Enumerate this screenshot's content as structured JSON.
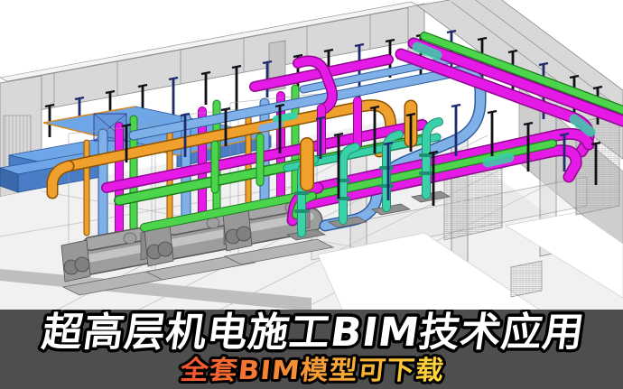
{
  "banner": {
    "title": "超高层机电施工BIM技术应用",
    "subtitle": "全套BIM模型可下载",
    "colors": {
      "background": "#4e4e4e",
      "title-fill": "#ffffff",
      "title-outline": "#000000",
      "subtitle-gradient-start": "#f4502e",
      "subtitle-gradient-mid": "#f59a35",
      "subtitle-gradient-end": "#ffd83b",
      "subtitle-outline": "#000000"
    }
  },
  "scene": {
    "kind": "bim-mep-plantroom-3d-render",
    "palette": {
      "background": "#ffffff",
      "wall-light": "#d8d8d8",
      "wall-mid": "#c6c6c6",
      "wall-edge": "#8a8a8a",
      "duct-top": "#6fa6e8",
      "duct-side": "#4b7dc6",
      "duct-edge": "#27549b",
      "flange-orange": "#d18a2a",
      "pipe-skyblue": "#7fb0e8",
      "pipe-skyblue-dark": "#2f5d9e",
      "pipe-magenta": "#e61ae6",
      "pipe-magenta-dark": "#8d0a8d",
      "pipe-green": "#4cd44c",
      "pipe-green-dark": "#1e7a1e",
      "pipe-orange": "#f0a02c",
      "pipe-orange-dark": "#8a5200",
      "pipe-teal": "#3ad0a8",
      "pipe-teal-dark": "#1f8f72",
      "hanger-black": "#101018",
      "hanger-navy": "#1d2a6e",
      "equip": "#a0a0a0",
      "equip-dark": "#5f5f5f"
    }
  }
}
